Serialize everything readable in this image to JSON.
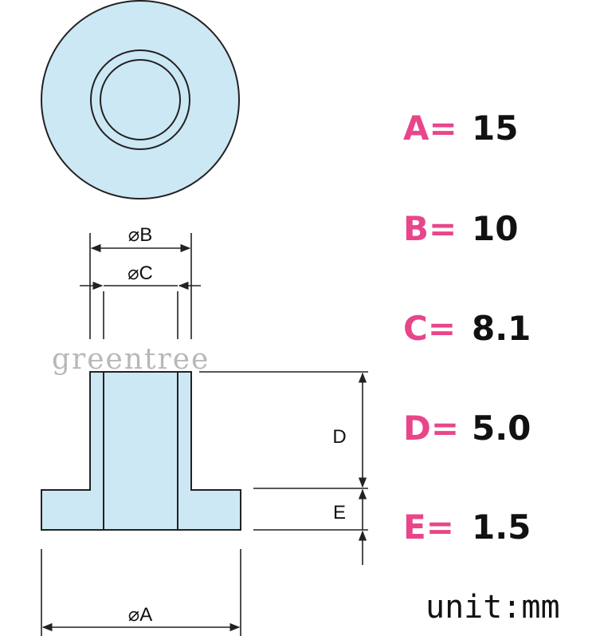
{
  "watermark": "greentree",
  "labels": {
    "phi_b": "⌀B",
    "phi_c": "⌀C",
    "phi_a": "⌀A",
    "d": "D",
    "e": "E"
  },
  "specs": [
    {
      "key": "A=",
      "value": "15"
    },
    {
      "key": "B=",
      "value": "10"
    },
    {
      "key": "C=",
      "value": "8.1"
    },
    {
      "key": "D=",
      "value": "5.0"
    },
    {
      "key": "E=",
      "value": "1.5"
    }
  ],
  "unit": "unit:mm",
  "colors": {
    "part_fill": "#cce8f4",
    "outline": "#222222",
    "key_accent": "#e8468a"
  }
}
